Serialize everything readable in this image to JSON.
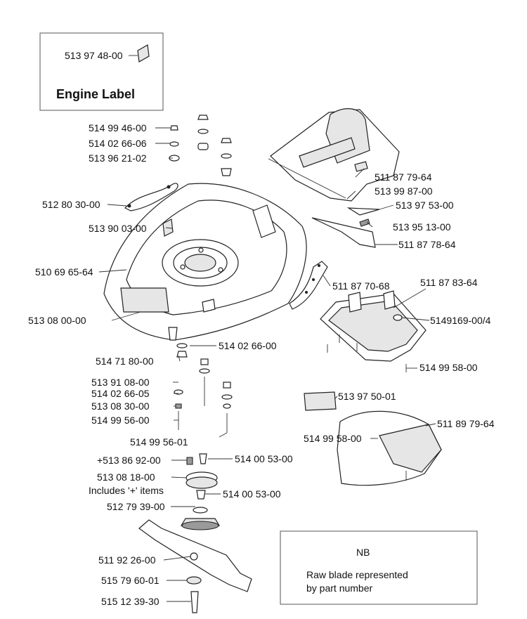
{
  "engine_label_box": {
    "part_number": "513 97 48-00",
    "title": "Engine Label"
  },
  "note_box": {
    "title": "NB",
    "line1": "Raw blade represented",
    "line2": "by part number"
  },
  "parts": {
    "nut_a": "514 99 46-00",
    "washer_a": "514 02 66-06",
    "spacer_a": "513 96 21-02",
    "bracket_left": "512 80 30-00",
    "deck_label": "513 90 03-00",
    "deck": "510 69 65-64",
    "deck_decal": "513 08 00-00",
    "cover_top": "511 87 79-64",
    "cover_rod": "513 99 87-00",
    "clip_a": "513 97 53-00",
    "clip_b": "513 95 13-00",
    "flap_plate": "511 87 78-64",
    "handle_bracket": "511 87 70-68",
    "rear_tray": "511 87 83-64",
    "tray_fastener": "5149169-00/4",
    "tray_screw": "514 99 58-00",
    "washer_b": "514 02 66-00",
    "nut_b": "514 71 80-00",
    "spacer_b": "513 91 08-00",
    "washer_c": "514 02 66-05",
    "nut_c": "513 08 30-00",
    "bolt_a": "514 99 56-00",
    "bolt_b": "514 99 56-01",
    "strip": "513 97 50-01",
    "chute": "511 89 79-64",
    "chute_screw": "514 99 58-00",
    "pin": "+513 86 92-00",
    "key_a": "514 00 53-00",
    "pulley": "513 08 18-00",
    "pulley_note": "Includes '+' items",
    "key_b": "514 00 53-00",
    "hub": "512 79 39-00",
    "blade": "511 92 26-00",
    "blade_washer": "515 79 60-01",
    "blade_bolt": "515 12 39-30"
  }
}
